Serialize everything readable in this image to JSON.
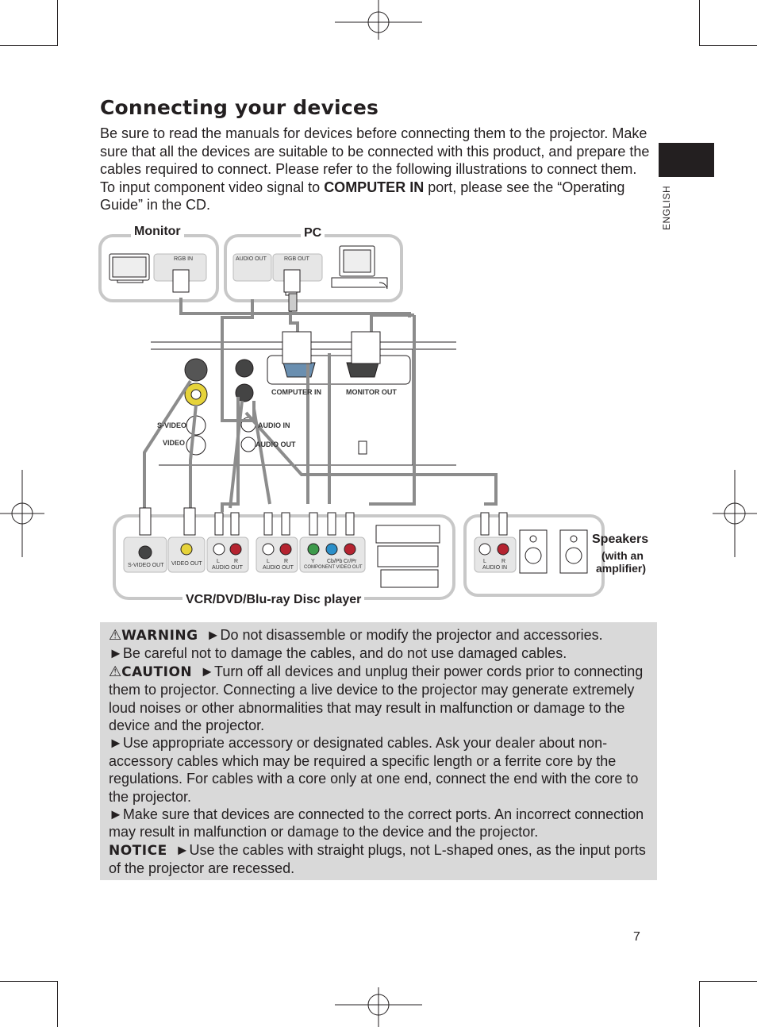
{
  "page": {
    "title": "Connecting your devices",
    "side_tab": "ENGLISH",
    "page_number": "7"
  },
  "intro": {
    "text_before": "Be sure to read the manuals for devices before connecting them to the projector. Make sure that all the devices are suitable to be connected with this product, and prepare the cables required to connect. Please refer to the following illustrations to connect them. To input component video signal to ",
    "bold": "COMPUTER IN",
    "text_after": " port, please see the “Operating Guide” in the CD."
  },
  "diagram": {
    "monitor_label": "Monitor",
    "pc_label": "PC",
    "monitor_rgb_in": "RGB IN",
    "pc_audio_out": "AUDIO OUT",
    "pc_rgb_out": "RGB OUT",
    "computer_in": "COMPUTER IN",
    "monitor_out": "MONITOR OUT",
    "s_video": "S-VIDEO",
    "video": "VIDEO",
    "audio_in": "AUDIO IN",
    "audio_out": "AUDIO OUT",
    "vcr_label": "VCR/DVD/Blu-ray Disc player",
    "vcr_s_video_out": "S-VIDEO OUT",
    "vcr_video_out": "VIDEO OUT",
    "l": "L",
    "r": "R",
    "vcr_audio_out_1": "AUDIO OUT",
    "vcr_audio_out_2": "AUDIO OUT",
    "y": "Y",
    "cb": "Cb/Pb",
    "cr": "Cr/Pr",
    "component_video_out": "COMPONENT VIDEO OUT",
    "speakers_audio_in": "AUDIO IN",
    "speakers_label": "Speakers",
    "speakers_sub1": "(with an",
    "speakers_sub2": "amplifier)"
  },
  "warnings": {
    "warning_kw": "WARNING",
    "warning_1": "►Do not disassemble or modify the projector and accessories.",
    "warning_2": "►Be careful not to damage the cables, and do not use damaged cables.",
    "caution_kw": "CAUTION",
    "caution_1": "►Turn off all devices and unplug their power cords prior to connecting them to projector. Connecting a live device to the projector may generate extremely loud noises or other abnormalities that may result in malfunction or damage to the device and the projector.",
    "caution_2": "►Use appropriate accessory or designated cables. Ask your dealer about non-accessory cables which may be required a specific length or a ferrite core by the regulations. For cables with a core only at one end, connect the end with the core to the projector.",
    "caution_3": "►Make sure that devices are connected to the correct ports. An incorrect connection may result in malfunction or damage to the device and the projector.",
    "notice_kw": "NOTICE",
    "notice_1": "►Use the cables with straight plugs, not L-shaped ones, as the input ports of the projector are recessed."
  }
}
